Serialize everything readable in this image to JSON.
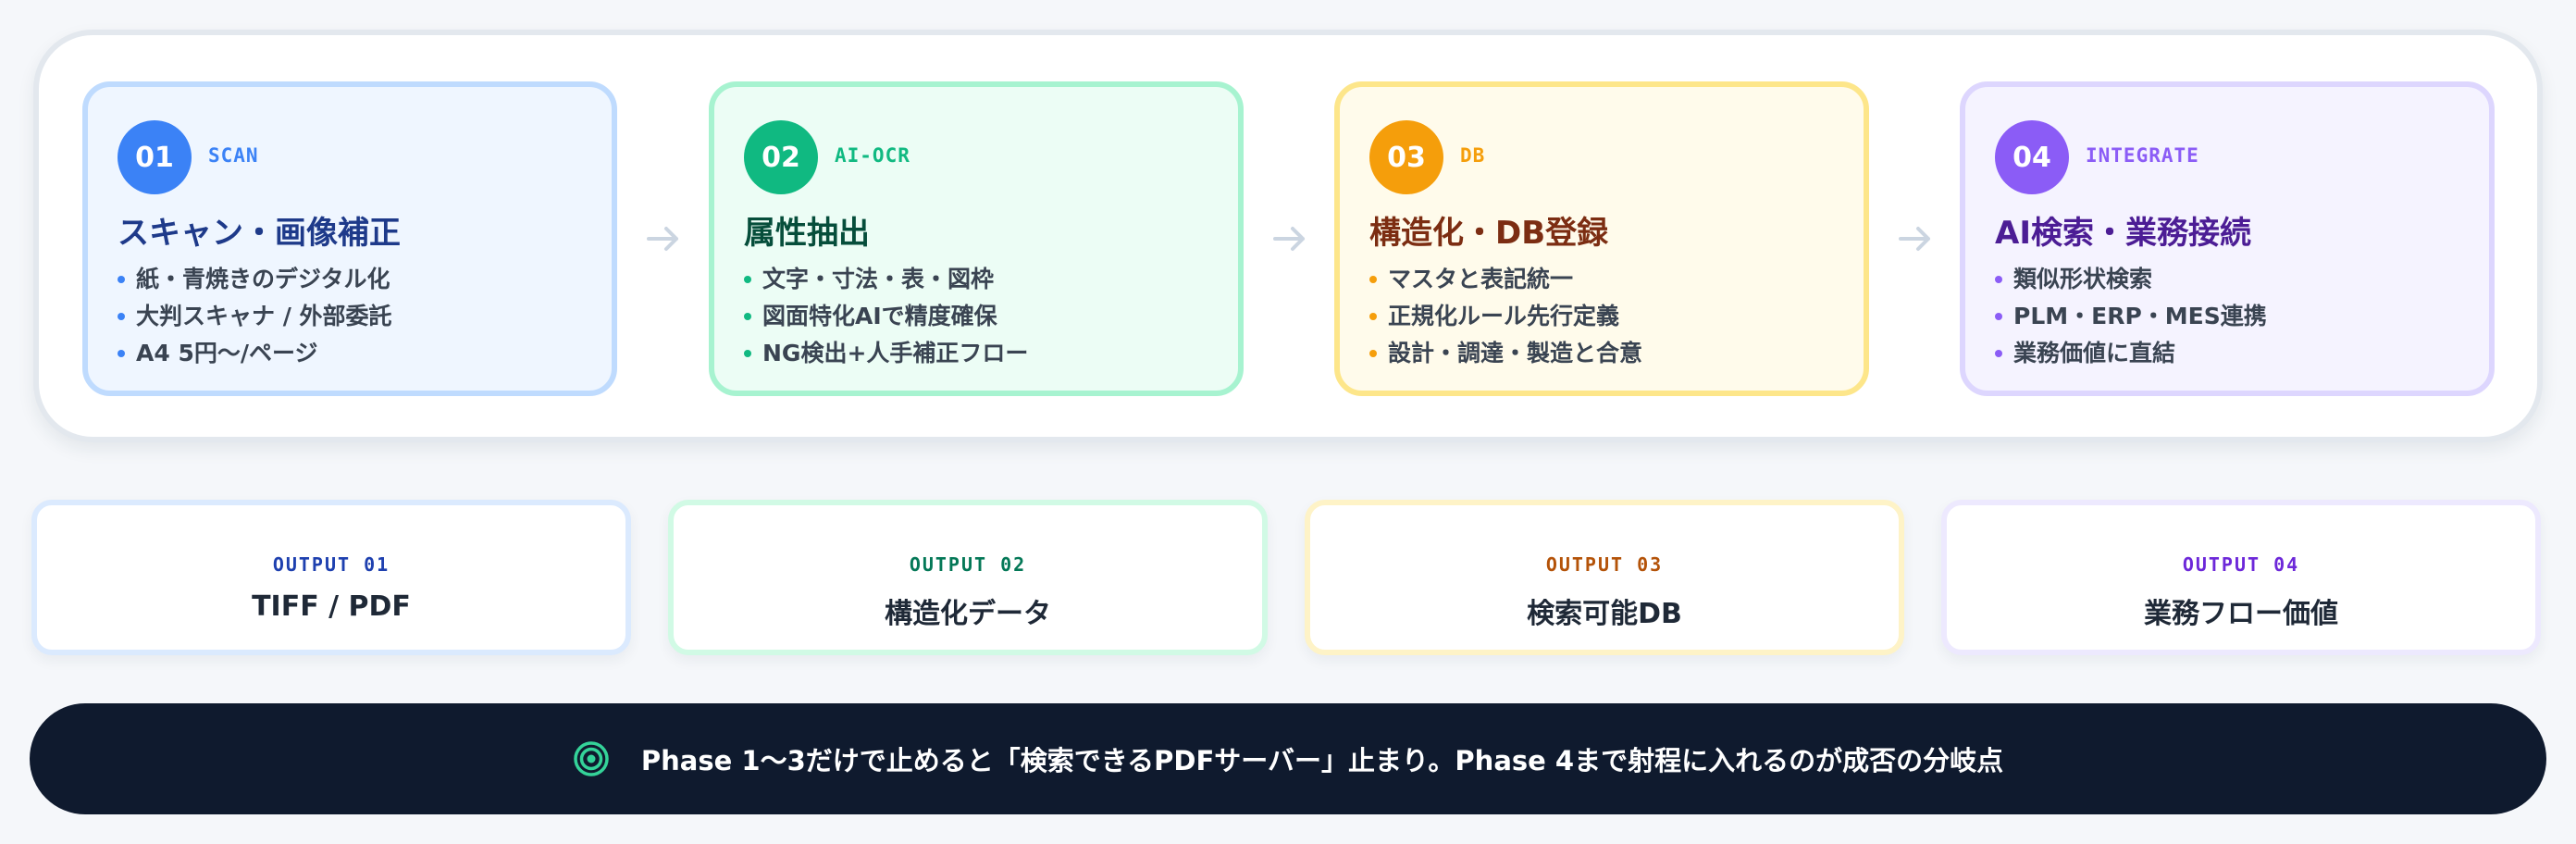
{
  "phases": [
    {
      "number": "01",
      "tag": "SCAN",
      "title": "スキャン・画像補正",
      "bullets": [
        "紙・青焼きのデジタル化",
        "大判スキャナ / 外部委託",
        "A4 5円〜/ページ"
      ],
      "colors": {
        "accent": "#3b82f6",
        "title": "#1e3a8a",
        "bg": "#eff6ff",
        "border": "#bfdbfe"
      }
    },
    {
      "number": "02",
      "tag": "AI-OCR",
      "title": "属性抽出",
      "bullets": [
        "文字・寸法・表・図枠",
        "図面特化AIで精度確保",
        "NG検出+人手補正フロー"
      ],
      "colors": {
        "accent": "#10b981",
        "title": "#064e3b",
        "bg": "#ecfdf5",
        "border": "#a7f3d0"
      }
    },
    {
      "number": "03",
      "tag": "DB",
      "title": "構造化・DB登録",
      "bullets": [
        "マスタと表記統一",
        "正規化ルール先行定義",
        "設計・調達・製造と合意"
      ],
      "colors": {
        "accent": "#f59e0b",
        "title": "#7c2d12",
        "bg": "#fffbeb",
        "border": "#fde68a"
      }
    },
    {
      "number": "04",
      "tag": "INTEGRATE",
      "title": "AI検索・業務接続",
      "bullets": [
        "類似形状検索",
        "PLM・ERP・MES連携",
        "業務価値に直結"
      ],
      "colors": {
        "accent": "#8b5cf6",
        "title": "#4c1d95",
        "bg": "#f5f3ff",
        "border": "#ddd6fe"
      }
    }
  ],
  "outputs": [
    {
      "label": "OUTPUT 01",
      "value": "TIFF / PDF",
      "colors": {
        "label": "#1e40af",
        "border": "#dbeafe"
      }
    },
    {
      "label": "OUTPUT 02",
      "value": "構造化データ",
      "colors": {
        "label": "#047857",
        "border": "#d1fae5"
      }
    },
    {
      "label": "OUTPUT 03",
      "value": "検索可能DB",
      "colors": {
        "label": "#b45309",
        "border": "#fef3c7"
      }
    },
    {
      "label": "OUTPUT 04",
      "value": "業務フロー価値",
      "colors": {
        "label": "#6d28d9",
        "border": "#ede9fe"
      }
    }
  ],
  "callout": {
    "icon": "target-icon",
    "text": "Phase 1〜3だけで止めると「検索できるPDFサーバー」止まり。Phase 4まで射程に入れるのが成否の分岐点",
    "colors": {
      "bg": "#0f1a2e",
      "icon": "#34d399"
    }
  },
  "arrow_icon": "arrow-right-icon",
  "arrow_color": "#cbd5e1"
}
